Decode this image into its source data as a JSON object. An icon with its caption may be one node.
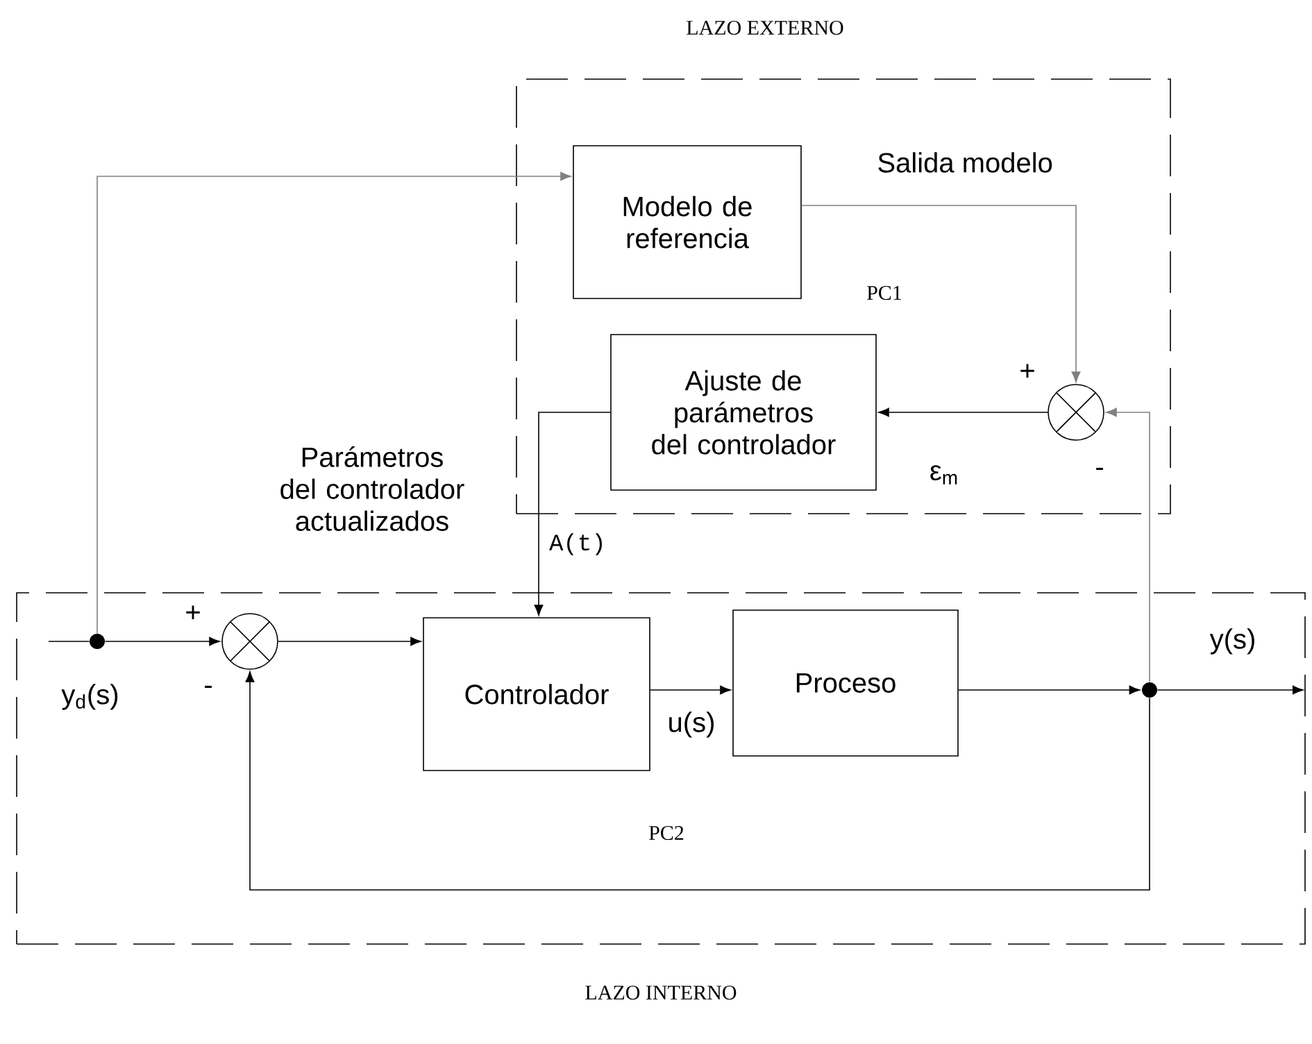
{
  "diagram": {
    "nodes": [
      {
        "text": [
          "LAZO EXTERNO"
        ]
      },
      {
        "text": [
          "Modelo de referencia"
        ],
        "in": 0
      },
      {
        "text": [
          "Ajuste de parámetros del controlador"
        ],
        "in": 0
      },
      {
        "text": [],
        "shape": "circle",
        "in": 0,
        "beside": [
          "+",
          "-"
        ]
      },
      {
        "text": [
          "LAZO INTERNO"
        ]
      },
      {
        "text": [],
        "shape": "circle",
        "in": 4,
        "beside": [
          "+",
          "-"
        ]
      },
      {
        "text": [
          "Controlador"
        ],
        "in": 4
      },
      {
        "text": [
          "Proceso"
        ],
        "in": 4
      },
      {
        "text": [],
        "shape": "circle",
        "in": 4
      },
      {
        "text": [],
        "shape": "circle",
        "in": 4
      }
    ],
    "edges": [
      {
        "from": null,
        "to": 8,
        "arrow": "none",
        "label": "y$_{d}$(s)"
      },
      {
        "from": 8,
        "to": 5,
        "arrow": "to"
      },
      {
        "from": 8,
        "to": 1,
        "arrow": "to",
        "color": "#808080"
      },
      {
        "from": 5,
        "to": 6,
        "arrow": "to"
      },
      {
        "from": 6,
        "to": 7,
        "arrow": "to",
        "label": "u(s)"
      },
      {
        "from": 7,
        "to": 9,
        "arrow": "to"
      },
      {
        "from": 9,
        "to": null,
        "arrow": "to",
        "label": "y(s)"
      },
      {
        "from": 9,
        "to": 5,
        "arrow": "to"
      },
      {
        "from": 9,
        "to": 3,
        "arrow": "to",
        "color": "#808080"
      },
      {
        "from": 1,
        "to": 3,
        "arrow": "to",
        "label": "Salida modelo",
        "color": "#808080"
      },
      {
        "from": 3,
        "to": 2,
        "arrow": "to",
        "label": "ε$_{m}$"
      },
      {
        "from": 2,
        "to": 6,
        "arrow": "to",
        "label": "A(t)"
      }
    ],
    "labels": [
      "PC1",
      "Parámetros del controlador actualizados",
      "PC2"
    ]
  }
}
